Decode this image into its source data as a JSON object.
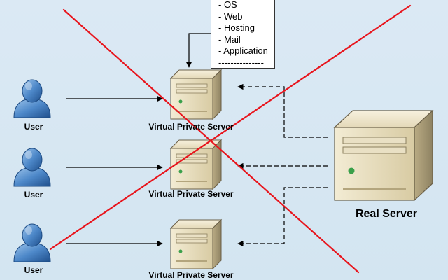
{
  "info_box": {
    "lines": [
      "- OS",
      "- Web",
      "- Hosting",
      "- Mail",
      "- Application",
      "---------------"
    ]
  },
  "users": [
    {
      "label": "User"
    },
    {
      "label": "User"
    },
    {
      "label": "User"
    }
  ],
  "vps": [
    {
      "label": "Virtual Private Server"
    },
    {
      "label": "Virtual Private Server"
    },
    {
      "label": "Virtual Private Server"
    }
  ],
  "real_server": {
    "label": "Real Server"
  },
  "colors": {
    "background": "#d5e6f2",
    "cross": "#e8141c",
    "user_body": "#4a86c8",
    "server_body": "#ddd2b0"
  },
  "icons": {
    "user": "user-icon",
    "server": "server-icon",
    "cross": "red-x-overlay"
  }
}
